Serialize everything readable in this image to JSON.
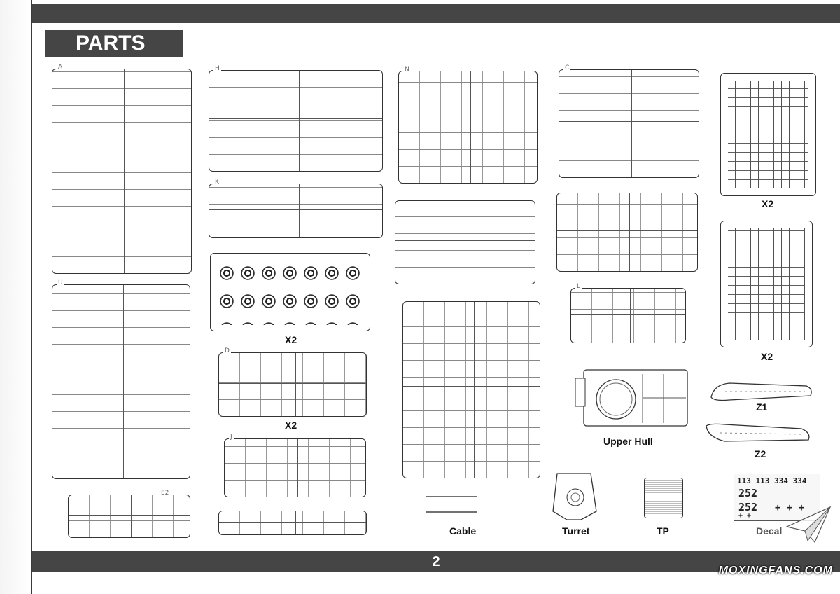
{
  "page": {
    "title": "PARTS",
    "page_number": "2"
  },
  "captions": {
    "x2_wheels": "X2",
    "x2_sprocket": "X2",
    "x2_tracks_a": "X2",
    "x2_tracks_b": "X2",
    "z1": "Z1",
    "z2": "Z2",
    "upper_hull": "Upper Hull",
    "cable": "Cable",
    "turret": "Turret",
    "tp": "TP",
    "decal": "Decal"
  },
  "decal_sheet": {
    "row1": "113 113 334 334",
    "row2": "252",
    "row3": "252",
    "stars": "+ + +",
    "stars2": "+ +"
  },
  "watermark": "MOXINGFANS.COM"
}
